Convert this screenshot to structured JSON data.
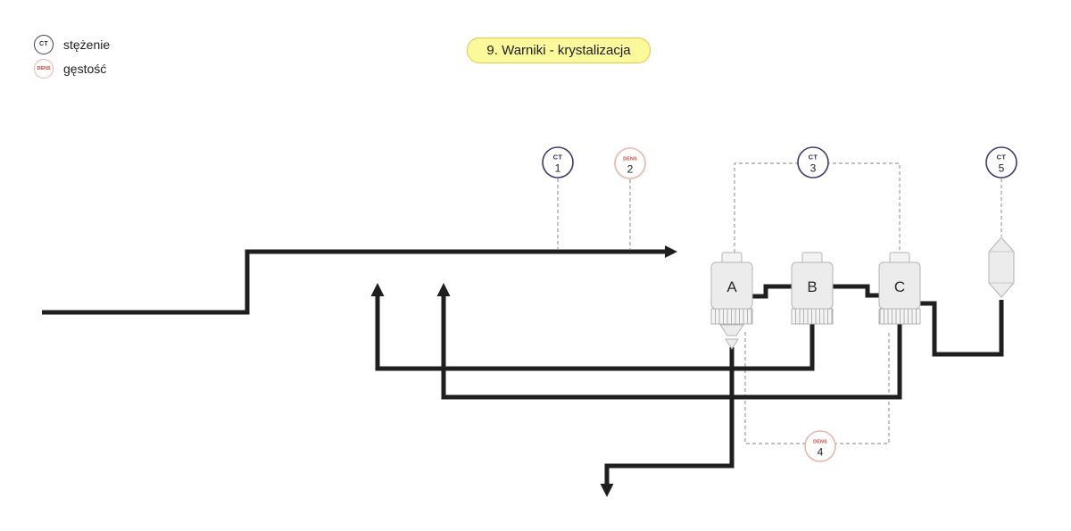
{
  "title": {
    "text": "9. Warniki - krystalizacja"
  },
  "legend": {
    "items": [
      {
        "badge": "CT",
        "label": "stężenie"
      },
      {
        "badge": "DENS",
        "label": "gęstość"
      }
    ]
  },
  "instruments": [
    {
      "tag": "CT",
      "number": "1"
    },
    {
      "tag": "DENS",
      "number": "2"
    },
    {
      "tag": "CT",
      "number": "3"
    },
    {
      "tag": "DENS",
      "number": "4"
    },
    {
      "tag": "CT",
      "number": "5"
    }
  ],
  "vessels": [
    {
      "label": "A"
    },
    {
      "label": "B"
    },
    {
      "label": "C"
    }
  ],
  "colors": {
    "ct_stroke": "#44386a",
    "ct_text": "#332a52",
    "dens_stroke": "#e9b4ab",
    "dens_text": "#c2453a",
    "pipe": "#1f1f1f",
    "dashed_line": "#9b9b9b",
    "title_bg": "#fbf99c",
    "title_border": "#ddca4e",
    "vessel_fill": "#ececec"
  }
}
